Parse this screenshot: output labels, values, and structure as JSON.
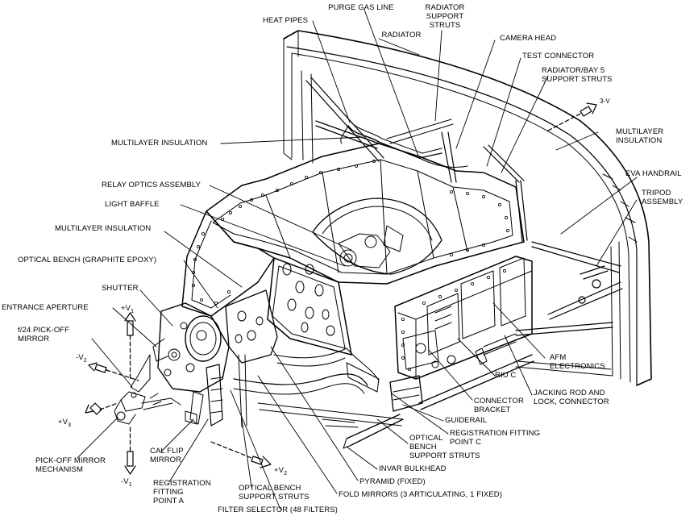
{
  "labels": {
    "heat_pipes": "HEAT PIPES",
    "purge_gas_line": "PURGE GAS LINE",
    "radiator_support_struts": "RADIATOR\nSUPPORT\nSTRUTS",
    "radiator": "RADIATOR",
    "camera_head": "CAMERA HEAD",
    "test_connector": "TEST CONNECTOR",
    "radiator_bay5_struts": "RADIATOR/BAY 5\nSUPPORT STRUTS",
    "multilayer_insulation_top": "MULTILAYER INSULATION",
    "multilayer_insulation_right": "MULTILAYER\nINSULATION",
    "eva_handrail": "EVA HANDRAIL",
    "tripod_assembly": "TRIPOD\nASSEMBLY",
    "relay_optics": "RELAY OPTICS ASSEMBLY",
    "light_baffle": "LIGHT BAFFLE",
    "multilayer_insulation_left": "MULTILAYER INSULATION",
    "optical_bench": "OPTICAL BENCH (GRAPHITE EPOXY)",
    "shutter": "SHUTTER",
    "entrance_aperture": "ENTRANCE APERTURE",
    "pickoff_mirror": "f/24 PICK-OFF\nMIRROR",
    "afm_electronics": "AFM\nELECTRONICS",
    "riu_c": "RIU C",
    "jacking_rod": "JACKING ROD AND\nLOCK, CONNECTOR",
    "connector_bracket": "CONNECTOR\nBRACKET",
    "guiderail": "GUIDERAIL",
    "registration_c": "REGISTRATION FITTING\nPOINT C",
    "optical_bench_struts_right": "OPTICAL\nBENCH\nSUPPORT STRUTS",
    "invar_bulkhead": "INVAR BULKHEAD",
    "pyramid": "PYRAMID (FIXED)",
    "fold_mirrors": "FOLD MIRRORS (3 ARTICULATING, 1 FIXED)",
    "filter_selector": "FILTER SELECTOR (48 FILTERS)",
    "optical_bench_struts_bottom": "OPTICAL BENCH\nSUPPORT STRUTS",
    "registration_a": "REGISTRATION\nFITTING\nPOINT A",
    "cal_flip_mirror": "CAL FLIP\nMIRROR",
    "pickoff_mechanism": "PICK-OFF MIRROR\nMECHANISM"
  },
  "axes": {
    "plus_v1": "+V",
    "plus_v1_sub": "1",
    "minus_v2": "-V",
    "minus_v2_sub": "2",
    "plus_v3": "+V",
    "plus_v3_sub": "3",
    "minus_v1": "-V",
    "minus_v1_sub": "1",
    "plus_v2": "+V",
    "plus_v2_sub": "2",
    "minus_v3": "3-V"
  },
  "colors": {
    "ink": "#000000",
    "paper": "#ffffff"
  }
}
